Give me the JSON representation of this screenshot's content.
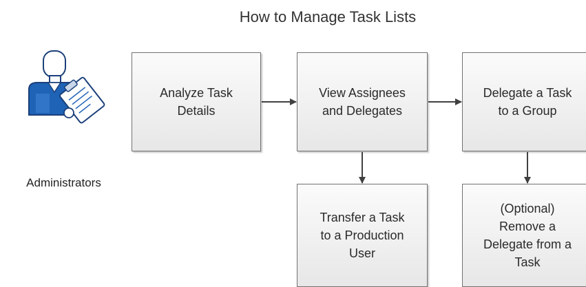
{
  "title": "How to Manage Task Lists",
  "actor": {
    "label": "Administrators",
    "icon": "administrator-with-clipboard-icon"
  },
  "steps": {
    "analyze": "Analyze Task\nDetails",
    "view": "View Assignees\nand Delegates",
    "delegate": "Delegate a Task\nto a Group",
    "transfer": "Transfer a Task\nto a Production\nUser",
    "remove": "(Optional)\nRemove a\nDelegate from a\nTask"
  },
  "colors": {
    "box_fill_top": "#fbfbfb",
    "box_fill_bottom": "#e7e7e7",
    "box_border": "#707070",
    "arrow": "#404040",
    "icon_blue": "#1f63b6",
    "icon_outline": "#1b3f7a"
  }
}
